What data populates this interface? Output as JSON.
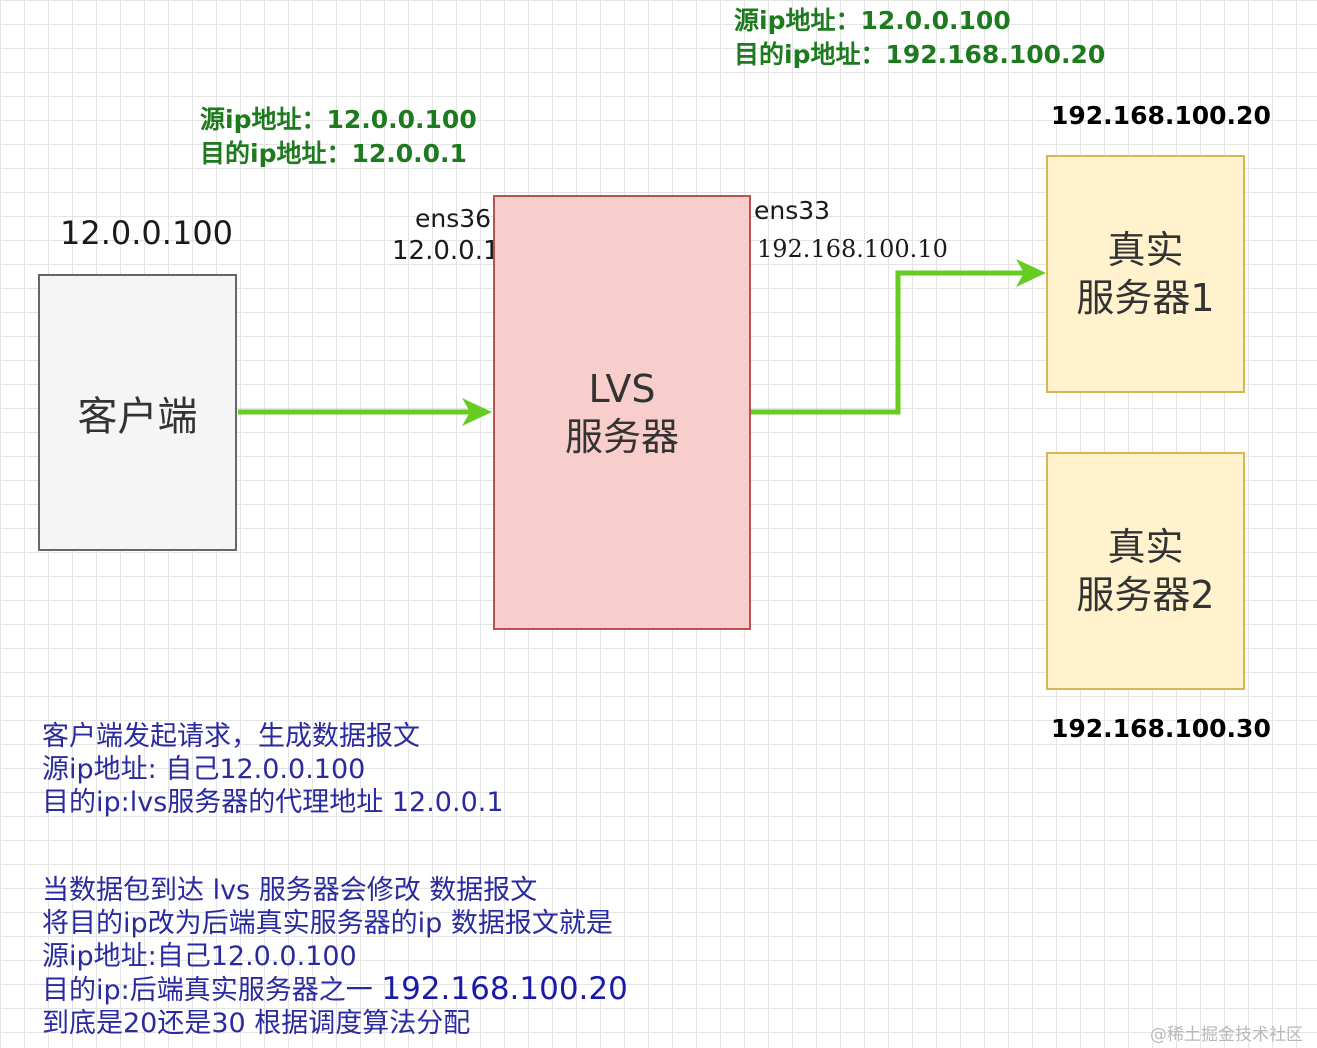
{
  "top_note": {
    "src": "源ip地址：12.0.0.100",
    "dst": "目的ip地址：192.168.100.20"
  },
  "left_note": {
    "src": "源ip地址：12.0.0.100",
    "dst": "目的ip地址：12.0.0.1"
  },
  "client": {
    "ip": "12.0.0.100",
    "label": "客户端"
  },
  "lvs": {
    "line1": "LVS",
    "line2": "服务器",
    "ens36_name": "ens36",
    "ens36_ip": "12.0.0.1",
    "ens33_name": "ens33",
    "ens33_ip": "192.168.100.10"
  },
  "server1": {
    "ip": "192.168.100.20",
    "line1": "真实",
    "line2": "服务器1"
  },
  "server2": {
    "ip": "192.168.100.30",
    "line1": "真实",
    "line2": "服务器2"
  },
  "note1": {
    "line1": "客户端发起请求，生成数据报文",
    "line2": "源ip地址: 自己12.0.0.100",
    "line3": "目的ip:lvs服务器的代理地址 12.0.0.1"
  },
  "note2": {
    "line1": "当数据包到达 lvs 服务器会修改 数据报文",
    "line2": "将目的ip改为后端真实服务器的ip 数据报文就是",
    "line3": "源ip地址:自己12.0.0.100",
    "line4a": "目的ip:后端真实服务器之一",
    "line4b": "192.168.100.20",
    "line5": "到底是20还是30 根据调度算法分配"
  },
  "watermark": "@稀土掘金技术社区",
  "colors": {
    "arrow": "#66cc22",
    "client_fill": "#f5f5f5",
    "lvs_fill": "#f8cecc",
    "server_fill": "#fff2cc",
    "note_text": "#2a2aa0",
    "green_text": "#1e7a1e"
  }
}
